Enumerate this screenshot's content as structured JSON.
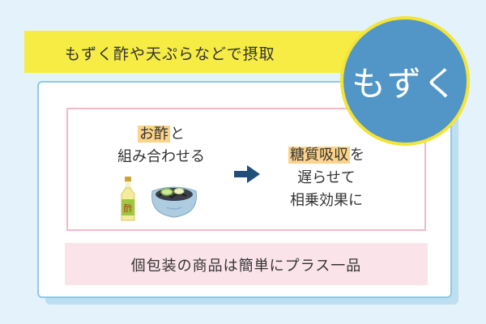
{
  "banner": {
    "text": "もずく酢や天ぷらなどで摂取"
  },
  "badge": {
    "text": "もずく"
  },
  "left": {
    "line1_highlight": "お酢",
    "line1_rest": "と",
    "line2": "組み合わせる"
  },
  "right": {
    "line1_highlight": "糖質吸収",
    "line1_rest": "を",
    "line2": "遅らせて",
    "line3": "相乗効果に"
  },
  "bottle": {
    "label": "酢"
  },
  "footer": {
    "text": "個包装の商品は簡単にプラス一品"
  },
  "colors": {
    "background": "#e3f2fb",
    "banner": "#f7ec43",
    "badge": "#5296c7",
    "badge_ring": "#f3e436",
    "highlight": "#fcd38a",
    "pink_border": "#f5b8c7",
    "pink_fill": "#fbe3ea",
    "arrow": "#1f4e7a"
  },
  "icons": {
    "arrow": "right-arrow-icon",
    "bottle": "vinegar-bottle-icon",
    "dish": "mozuku-dish-icon"
  }
}
